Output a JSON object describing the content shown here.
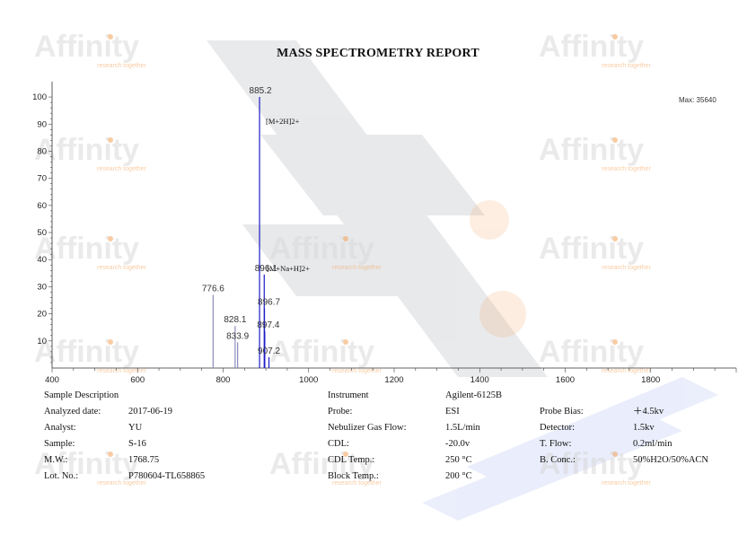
{
  "report": {
    "title": "MASS SPECTROMETRY REPORT",
    "max_label": "Max: 35640"
  },
  "watermark": {
    "brand": "Affinity",
    "tagline": "research together",
    "colors": {
      "text": "#d9d9d9",
      "accent": "#f4a259",
      "band": "#3b5bdb"
    }
  },
  "chart_data": {
    "type": "bar",
    "xlim": [
      400,
      2000
    ],
    "ylim": [
      0,
      103
    ],
    "x_ticks": [
      400,
      600,
      800,
      1000,
      1200,
      1400,
      1600,
      1800
    ],
    "y_ticks": [
      10,
      20,
      30,
      40,
      50,
      60,
      70,
      80,
      90,
      100
    ],
    "peaks": [
      {
        "x": 776.6,
        "y": 27,
        "label": "776.6",
        "color": "#8c8cc0"
      },
      {
        "x": 828.1,
        "y": 15.5,
        "label": "828.1",
        "color": "#8c8cc0"
      },
      {
        "x": 833.9,
        "y": 9.5,
        "label": "833.9",
        "color": "#8c8cc0"
      },
      {
        "x": 885.2,
        "y": 100,
        "label": "885.2",
        "color": "#1c1cc8"
      },
      {
        "x": 896.1,
        "y": 34.5,
        "label": "896.1",
        "color": "#1c1cc8"
      },
      {
        "x": 896.7,
        "y": 22,
        "label": "896.7",
        "color": "#1c1cc8"
      },
      {
        "x": 897.4,
        "y": 13.5,
        "label": "897.4",
        "color": "#1c1cc8"
      },
      {
        "x": 907.2,
        "y": 4,
        "label": "907.2",
        "color": "#1c1cc8"
      }
    ],
    "annotations": [
      {
        "text": "[M+2H]2+"
      },
      {
        "text": "[M+Na+H]2+"
      }
    ]
  },
  "details": {
    "sample_description": "Sample Description",
    "instrument_label": "Instrument",
    "instrument_value": "Agilent-6125B",
    "rows": [
      {
        "l1": "Analyzed date:",
        "v1": "2017-06-19",
        "l2": "Probe:",
        "v2": "ESI",
        "l3": "Probe Bias:",
        "v3": "＋4.5kv"
      },
      {
        "l1": "Analyst:",
        "v1": "YU",
        "l2": "Nebulizer Gas Flow:",
        "v2": "1.5L/min",
        "l3": "Detector:",
        "v3": "1.5kv"
      },
      {
        "l1": "Sample:",
        "v1": "S-16",
        "l2": "CDL:",
        "v2": "-20.0v",
        "l3": "T. Flow:",
        "v3": "0.2ml/min"
      },
      {
        "l1": "M.W.:",
        "v1": "1768.75",
        "l2": "CDL Temp.:",
        "v2": "250 °C",
        "l3": "B. Conc.:",
        "v3": "50%H2O/50%ACN"
      },
      {
        "l1": "Lot. No.:",
        "v1": "P780604-TL658865",
        "l2": "Block Temp.:",
        "v2": "200 °C",
        "l3": "",
        "v3": ""
      }
    ]
  }
}
